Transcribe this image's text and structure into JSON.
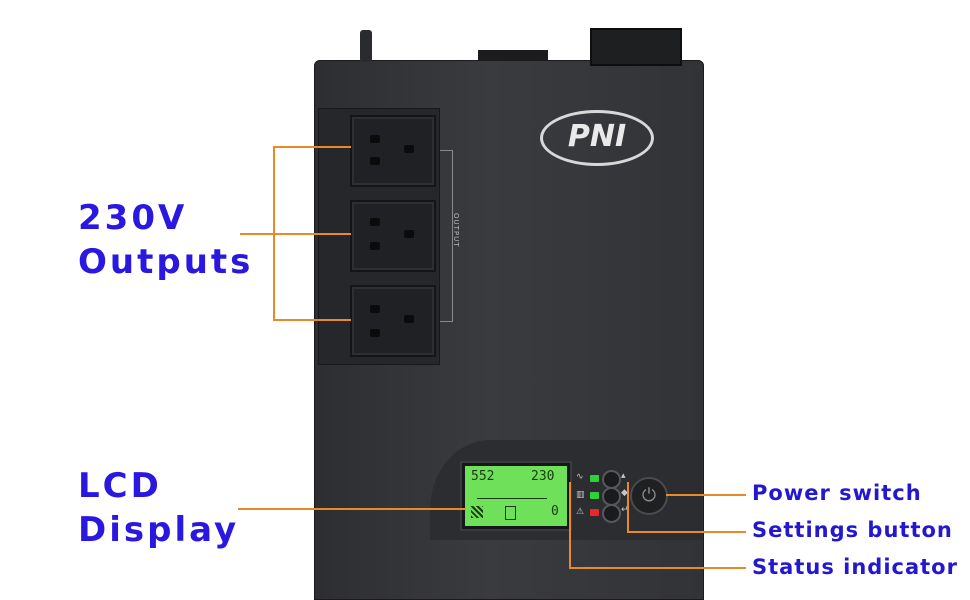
{
  "callouts": {
    "outputs": [
      "230V",
      "Outputs"
    ],
    "lcd": [
      "LCD",
      "Display"
    ],
    "power_switch": "Power switch",
    "settings_button": "Settings button",
    "status_indicator": "Status indicator"
  },
  "device": {
    "logo": "PNI",
    "output_label": "OUTPUT",
    "lcd": {
      "top_left": "552",
      "top_right": "230",
      "bottom_right": "0"
    }
  },
  "colors": {
    "callout_text": "#2a17e0",
    "callout_line": "#e98a2a",
    "lcd_backlight": "#6fe05a",
    "led_green": "#2fd13a",
    "led_red": "#e8262c"
  },
  "icons": [
    "ac-input-icon",
    "battery-icon",
    "warning-icon",
    "power-icon",
    "up-arrow-icon",
    "down-arrow-icon",
    "enter-icon"
  ]
}
